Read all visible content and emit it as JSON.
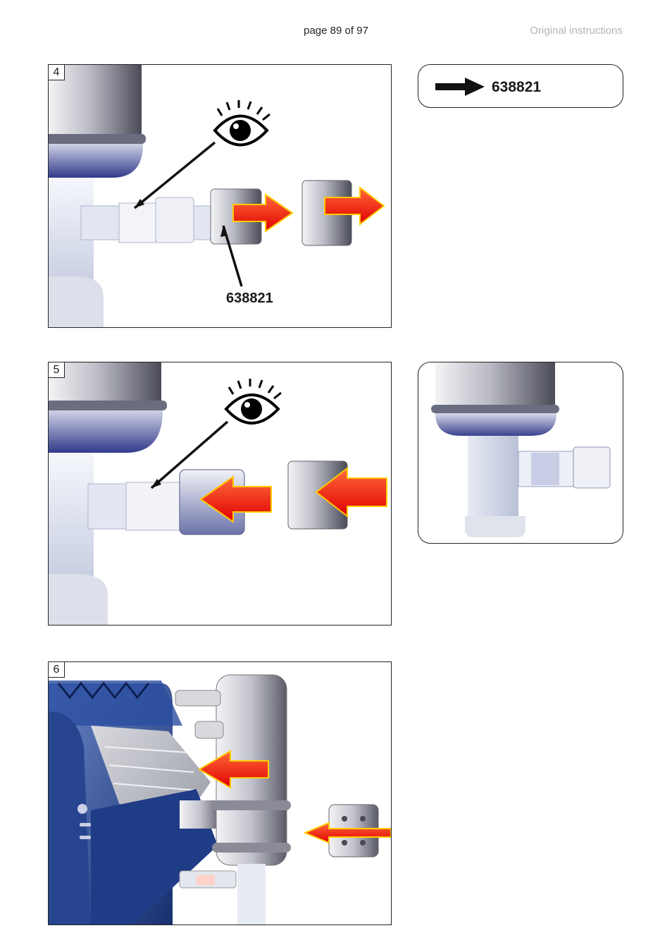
{
  "header": {
    "page_number": "page 89 of 97",
    "document_type": "Original instructions"
  },
  "figures": [
    {
      "number": "4",
      "callout": "638821"
    },
    {
      "number": "5"
    },
    {
      "number": "6"
    }
  ],
  "part_reference": {
    "part_number": "638821"
  },
  "icons": [
    "eye-icon",
    "arrow-right-icon",
    "arrow-left-icon"
  ],
  "colors": {
    "arrow_red": "#ff1a00",
    "arrow_outline": "#ffcc00",
    "device_blue": "#2f4f9a",
    "border": "#222222"
  }
}
